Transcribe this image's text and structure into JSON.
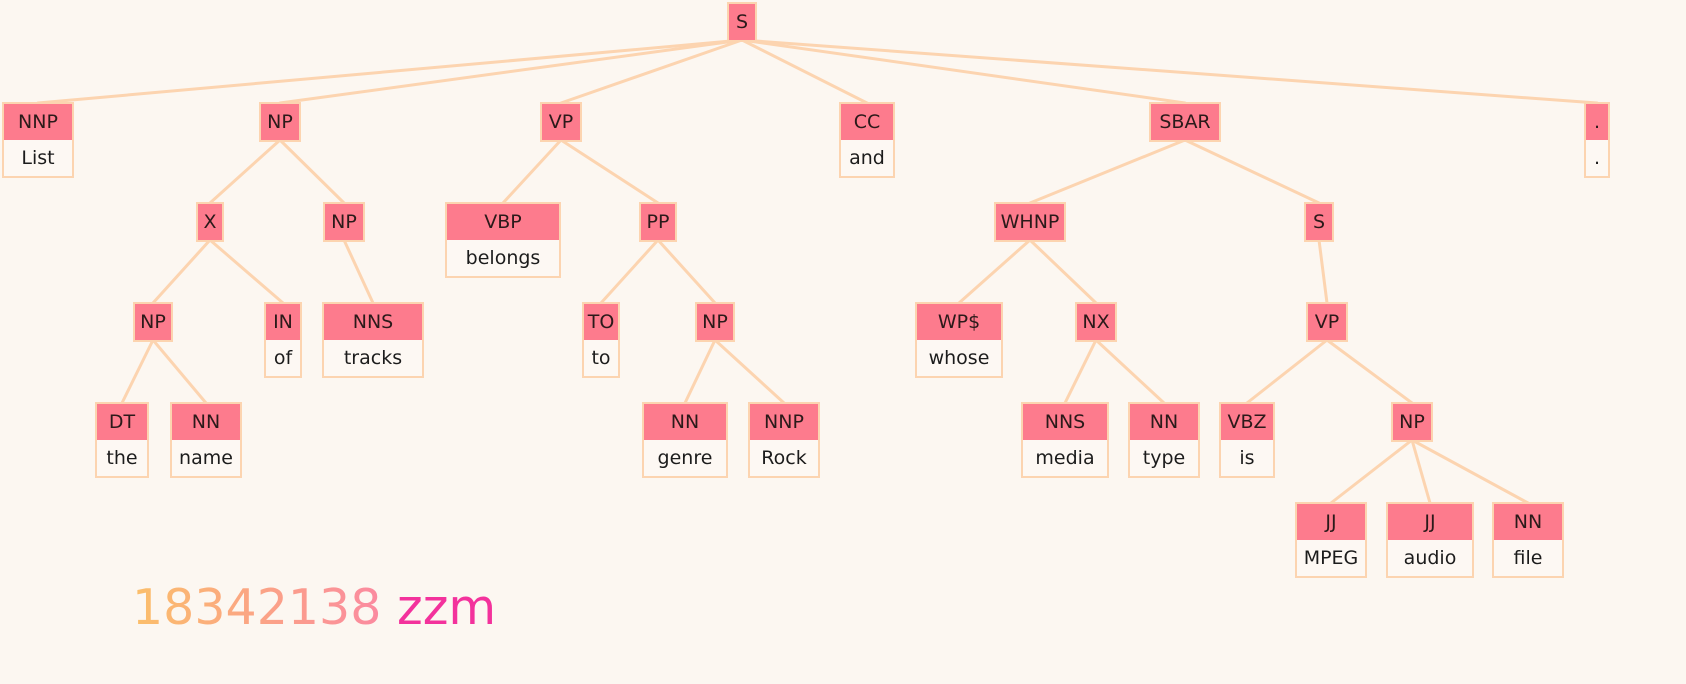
{
  "tree": {
    "nodes": [
      {
        "id": "n0",
        "tag": "S",
        "word": null,
        "parent": null
      },
      {
        "id": "n1",
        "tag": "NNP",
        "word": "List",
        "parent": "n0"
      },
      {
        "id": "n2",
        "tag": "NP",
        "word": null,
        "parent": "n0"
      },
      {
        "id": "n3",
        "tag": "X",
        "word": null,
        "parent": "n2"
      },
      {
        "id": "n4",
        "tag": "NP",
        "word": null,
        "parent": "n3"
      },
      {
        "id": "n5",
        "tag": "DT",
        "word": "the",
        "parent": "n4"
      },
      {
        "id": "n6",
        "tag": "NN",
        "word": "name",
        "parent": "n4"
      },
      {
        "id": "n7",
        "tag": "IN",
        "word": "of",
        "parent": "n3"
      },
      {
        "id": "n8",
        "tag": "NP",
        "word": null,
        "parent": "n2"
      },
      {
        "id": "n9",
        "tag": "NNS",
        "word": "tracks",
        "parent": "n8"
      },
      {
        "id": "n10",
        "tag": "VP",
        "word": null,
        "parent": "n0"
      },
      {
        "id": "n11",
        "tag": "VBP",
        "word": "belongs",
        "parent": "n10"
      },
      {
        "id": "n12",
        "tag": "PP",
        "word": null,
        "parent": "n10"
      },
      {
        "id": "n13",
        "tag": "TO",
        "word": "to",
        "parent": "n12"
      },
      {
        "id": "n14",
        "tag": "NP",
        "word": null,
        "parent": "n12"
      },
      {
        "id": "n15",
        "tag": "NN",
        "word": "genre",
        "parent": "n14"
      },
      {
        "id": "n16",
        "tag": "NNP",
        "word": "Rock",
        "parent": "n14"
      },
      {
        "id": "n17",
        "tag": "CC",
        "word": "and",
        "parent": "n0"
      },
      {
        "id": "n18",
        "tag": "SBAR",
        "word": null,
        "parent": "n0"
      },
      {
        "id": "n19",
        "tag": "WHNP",
        "word": null,
        "parent": "n18"
      },
      {
        "id": "n20",
        "tag": "WP$",
        "word": "whose",
        "parent": "n19"
      },
      {
        "id": "n21",
        "tag": "NX",
        "word": null,
        "parent": "n19"
      },
      {
        "id": "n22",
        "tag": "NNS",
        "word": "media",
        "parent": "n21"
      },
      {
        "id": "n23",
        "tag": "NN",
        "word": "type",
        "parent": "n21"
      },
      {
        "id": "n24",
        "tag": "S",
        "word": null,
        "parent": "n18"
      },
      {
        "id": "n25",
        "tag": "VP",
        "word": null,
        "parent": "n24"
      },
      {
        "id": "n26",
        "tag": "VBZ",
        "word": "is",
        "parent": "n25"
      },
      {
        "id": "n27",
        "tag": "NP",
        "word": null,
        "parent": "n25"
      },
      {
        "id": "n28",
        "tag": "JJ",
        "word": "MPEG",
        "parent": "n27"
      },
      {
        "id": "n29",
        "tag": "JJ",
        "word": "audio",
        "parent": "n27"
      },
      {
        "id": "n30",
        "tag": "NN",
        "word": "file",
        "parent": "n27"
      },
      {
        "id": "n31",
        "tag": ".",
        "word": ".",
        "parent": "n0"
      }
    ]
  },
  "signature": {
    "number": "18342138",
    "name": "zzm"
  },
  "colors": {
    "background": "#fcf7f1",
    "tag_fill": "#fd7b8d",
    "border": "#fcd4b0",
    "edge": "#fcd4b0",
    "signature_name": "#f3329c"
  }
}
